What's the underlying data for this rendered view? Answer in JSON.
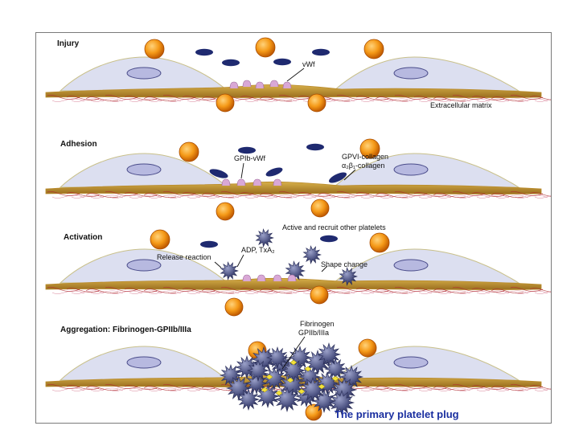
{
  "panels": {
    "injury": {
      "title": "Injury",
      "vwf_label": "vWf",
      "ecm_label": "Extracellular matrix"
    },
    "adhesion": {
      "title": "Adhesion",
      "gpib_label": "GPIb-vWf",
      "gpvi_label": "GPVI-collagen",
      "alpha_label": "α₂β₁-collagen"
    },
    "activation": {
      "title": "Activation",
      "recruit_label": "Active and recruit other platelets",
      "adp_label": "ADP, TxA₂",
      "release_label": "Release reaction",
      "shape_label": "Shape change"
    },
    "aggregation": {
      "title": "Aggregation: Fibrinogen-GPIIb/IIIa",
      "fibrinogen_label": "Fibrinogen",
      "gpiib_label": "GPIIb/IIIa"
    }
  },
  "caption": "The primary platelet plug",
  "colors": {
    "platelet_orange": "#f59a18",
    "vwf_navy": "#1f2a70",
    "activated_platelet": "#4a5080",
    "endothelial_cell": "#dcdff0",
    "nucleus": "#b7b9e0",
    "matrix_brown": "#b98a2a",
    "collagen_red": "#b03030",
    "caption_blue": "#1a2fa0",
    "frame_gray": "#7a7a7a"
  }
}
